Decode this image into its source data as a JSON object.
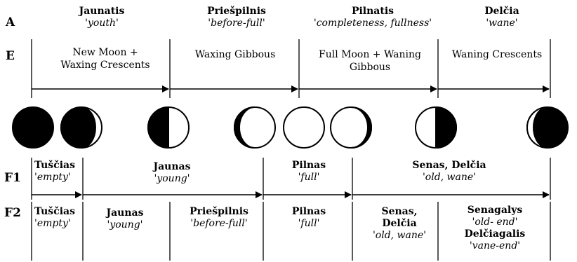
{
  "row_labels": {
    "a": "A",
    "e": "E",
    "f1": "F1",
    "f2": "F2"
  },
  "row_a": [
    {
      "name": "Jaunatis",
      "gloss": "'youth'"
    },
    {
      "name": "Priešpilnis",
      "gloss": "'before-full'"
    },
    {
      "name": "Pilnatis",
      "gloss": "'completeness, fullness'"
    },
    {
      "name": "Delčia",
      "gloss": "'wane'"
    }
  ],
  "row_e": [
    {
      "line1": "New Moon +",
      "line2": "Waxing Crescents"
    },
    {
      "line1": "Waxing Gibbous",
      "line2": ""
    },
    {
      "line1": "Full Moon + Waning",
      "line2": "Gibbous"
    },
    {
      "line1": "Waning Crescents",
      "line2": ""
    }
  ],
  "row_f1": [
    {
      "name": "Tuščias",
      "gloss": "'empty'"
    },
    {
      "name": "Jaunas",
      "gloss": "'young'"
    },
    {
      "name": "Pilnas",
      "gloss": "'full'"
    },
    {
      "name": "Senas,  Delčia",
      "gloss": "'old, wane'"
    }
  ],
  "row_f2": [
    {
      "name": "Tuščias",
      "gloss": "'empty'"
    },
    {
      "name": "Jaunas",
      "gloss": "'young'"
    },
    {
      "name": "Priešpilnis",
      "gloss": "'before-full'"
    },
    {
      "name": "Pilnas",
      "gloss": "'full'"
    },
    {
      "name": "Senas,",
      "name2": "Delčia",
      "gloss": "'old, wane'"
    },
    {
      "name": "Senagalys",
      "gloss": "'old- end'",
      "name2": "Delčiagalis",
      "gloss2": "'vane-end'"
    }
  ],
  "moon_phases": [
    "new-moon",
    "waxing-crescent",
    "first-quarter",
    "waxing-gibbous",
    "full-moon",
    "waning-gibbous",
    "last-quarter",
    "waning-crescent"
  ]
}
